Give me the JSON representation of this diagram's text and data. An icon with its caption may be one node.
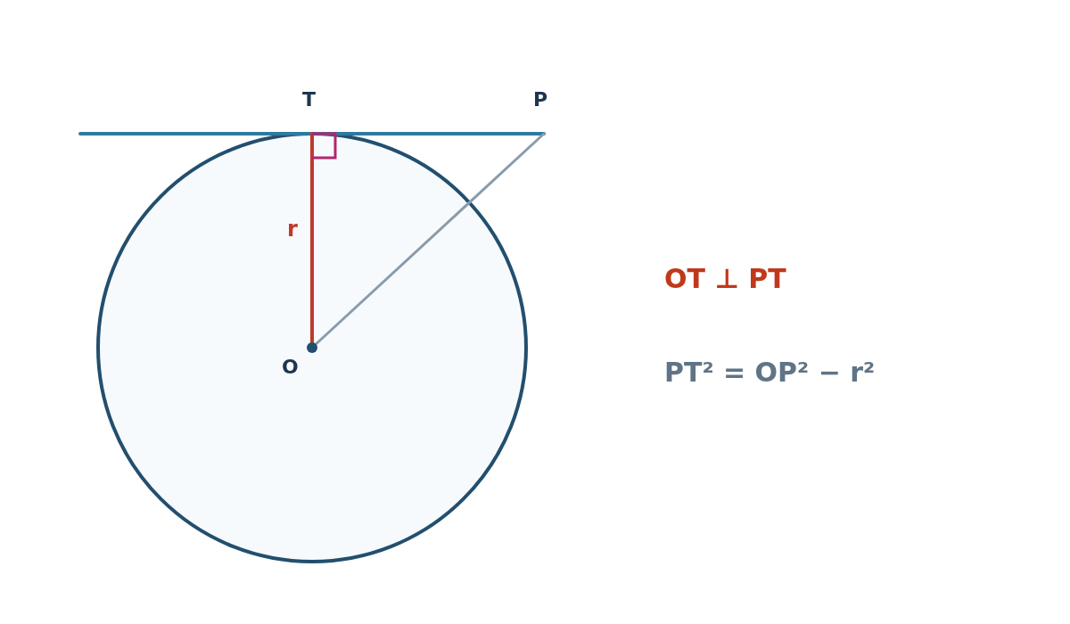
{
  "diagram": {
    "nodes": [
      {
        "text": [
          "T"
        ]
      },
      {
        "text": [
          "P"
        ]
      },
      {
        "text": [
          "O"
        ]
      }
    ],
    "edges": [
      {
        "from": null,
        "to": 1,
        "arrow": "none",
        "color": "#2e7aa0"
      },
      {
        "from": 2,
        "to": 0,
        "arrow": "none",
        "label": "r",
        "color": "#c0392b"
      },
      {
        "from": 2,
        "to": 1,
        "arrow": "none",
        "color": "#8a9bab"
      }
    ],
    "labels": [
      "OT ⊥ PT",
      "PT² = OP² − r²"
    ]
  }
}
